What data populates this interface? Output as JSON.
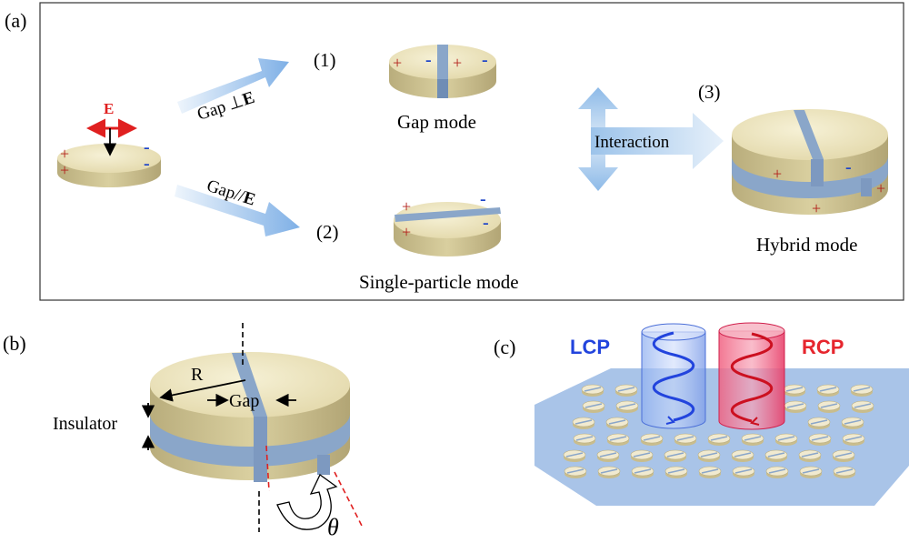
{
  "panel_a": {
    "label": "(a)",
    "field_label": "E",
    "arrow_perp": "Gap",
    "arrow_perp_symbol": "⊥",
    "arrow_perp_field": "E",
    "arrow_par": "Gap//",
    "arrow_par_field": "E",
    "num1": "(1)",
    "num2": "(2)",
    "num3": "(3)",
    "gap_mode": "Gap mode",
    "single_mode": "Single-particle mode",
    "interaction": "Interaction",
    "hybrid_mode": "Hybrid mode",
    "plus": "+",
    "minus": "-"
  },
  "panel_b": {
    "label": "(b)",
    "radius": "R",
    "gap": "Gap",
    "insulator": "Insulator",
    "angle": "θ"
  },
  "panel_c": {
    "label": "(c)",
    "lcp": "LCP",
    "rcp": "RCP"
  },
  "colors": {
    "disk_top": "#ece4b8",
    "disk_side": "#c9bd8d",
    "gap_blue": "#8aa6c9",
    "plus_red": "#b3201b",
    "minus_blue": "#1f45c8",
    "arrow_blue": "#8fb8e6",
    "field_red": "#e02020",
    "lcp_blue": "#2244dd",
    "rcp_red": "#e6262e",
    "substrate": "#a9c4e8"
  }
}
